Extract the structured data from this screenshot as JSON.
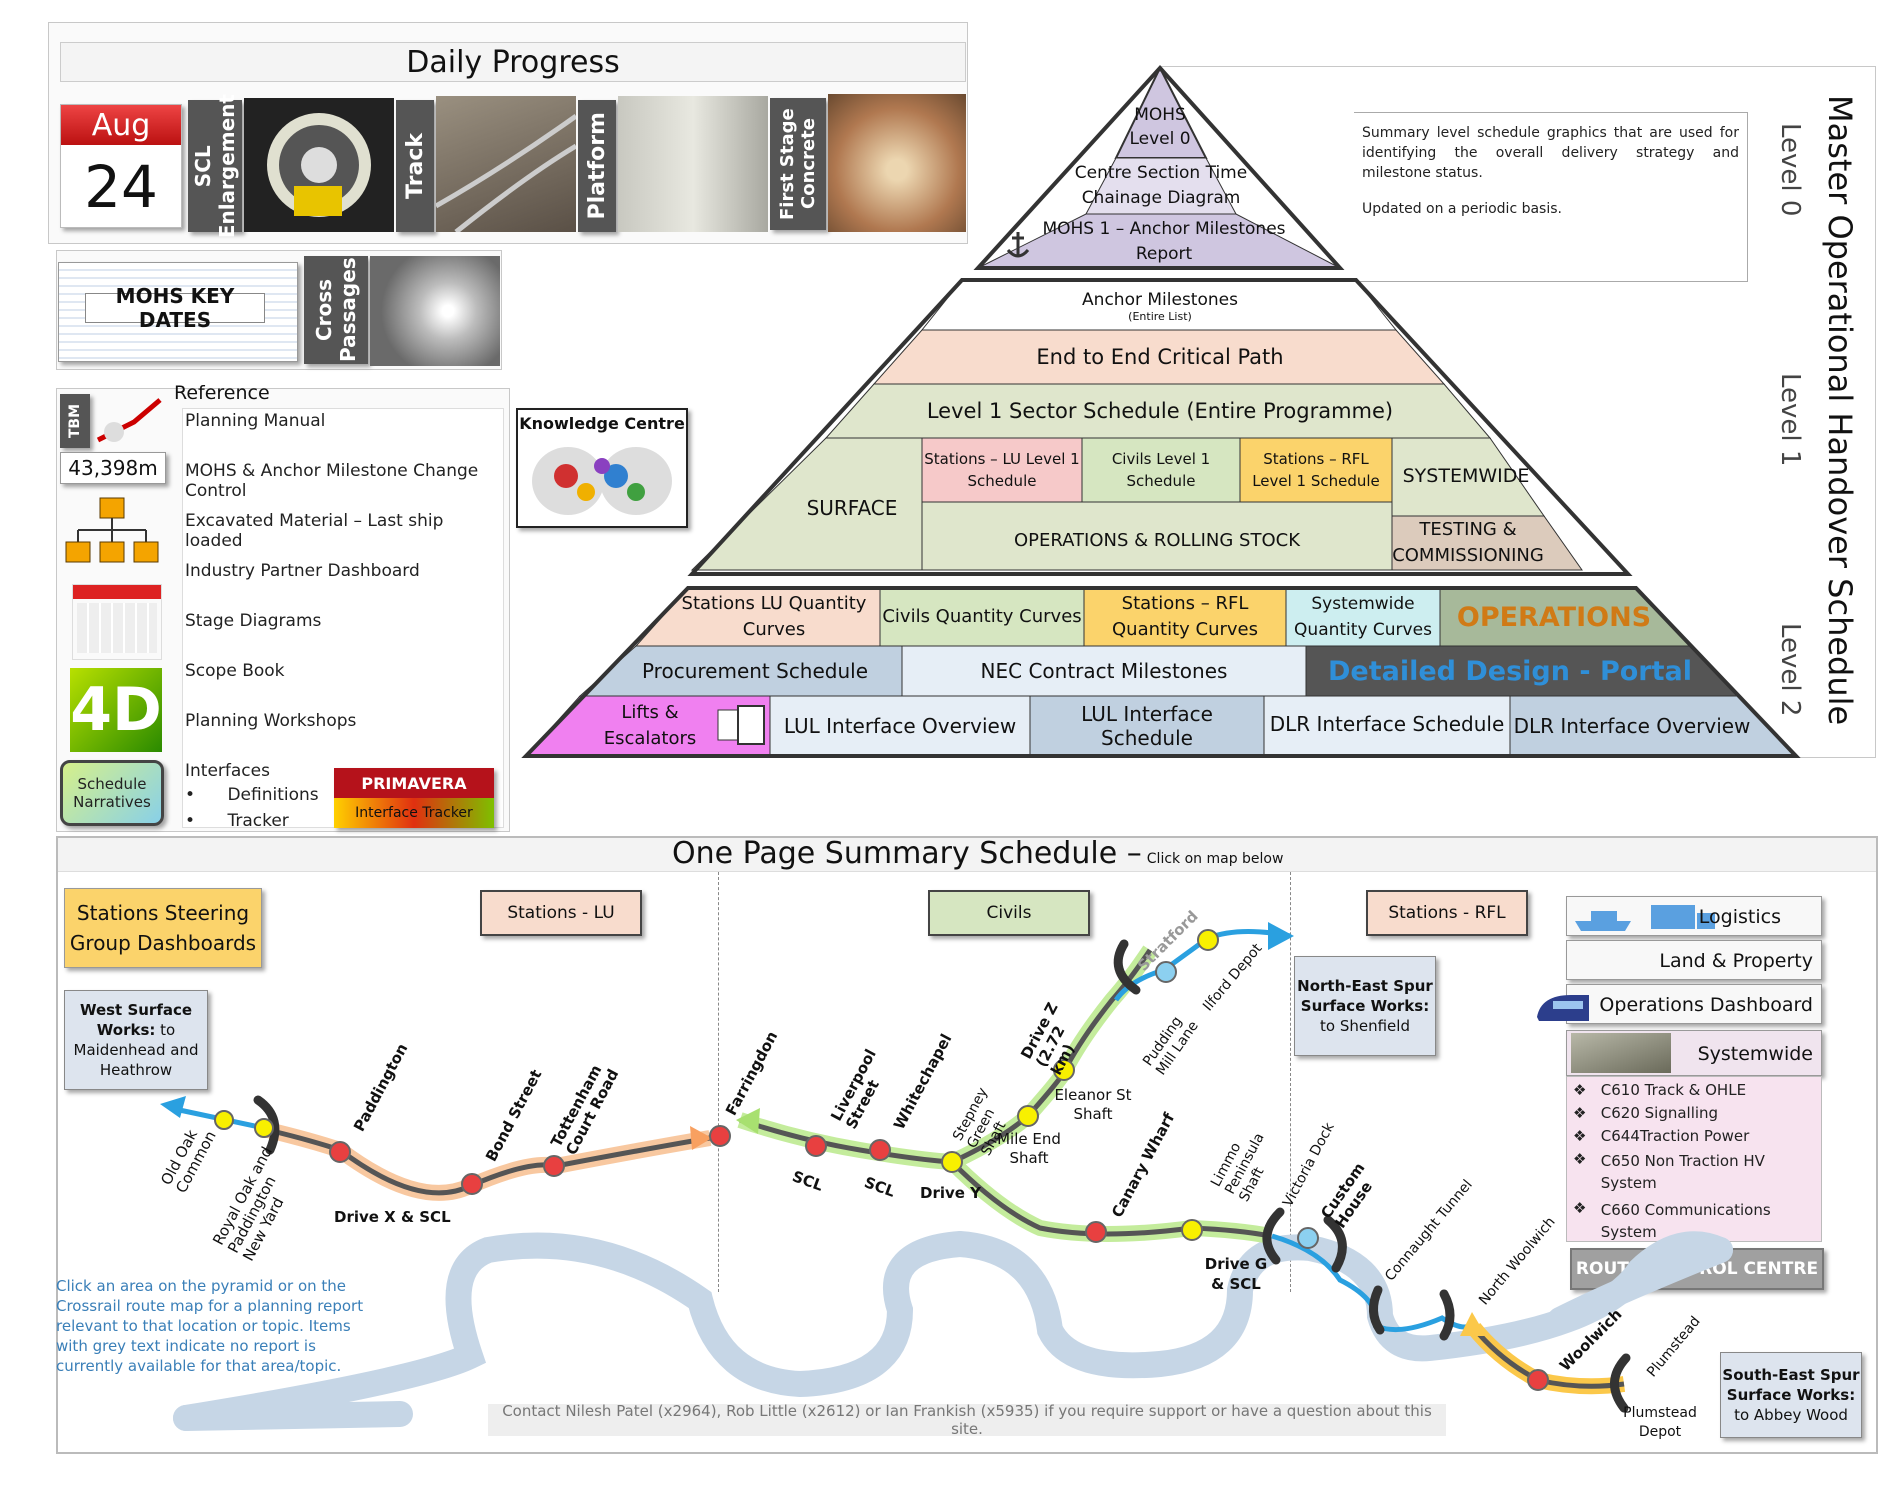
{
  "daily": {
    "title": "Daily Progress",
    "cal_month": "Aug",
    "cal_day": "24",
    "scl": "SCL Enlargement",
    "track": "Track",
    "platform": "Platform",
    "first_stage": "First Stage Concrete",
    "mohs_key": "MOHS KEY DATES",
    "cross_passages": "Cross Passages"
  },
  "reference": {
    "heading": "Reference",
    "tbm": "TBM",
    "tbm_value": "43,398m",
    "schedule_narratives": "Schedule Narratives",
    "items": [
      "Planning Manual",
      "MOHS & Anchor Milestone Change Control",
      "Excavated Material – Last ship loaded",
      "Industry Partner Dashboard",
      "Stage Diagrams",
      "Scope Book",
      "Planning Workshops"
    ],
    "interfaces": "Interfaces",
    "interfaces_sub": [
      "Definitions",
      "Tracker"
    ],
    "primavera": "PRIMAVERA",
    "interface_tracker": "Interface Tracker",
    "knowledge_centre": "Knowledge Centre"
  },
  "pyramid": {
    "side_title": "Master Operational Handover Schedule",
    "level0_label": "Level 0",
    "level1_label": "Level 1",
    "level2_label": "Level 2",
    "summary_p1": "Summary level schedule graphics that are used for identifying the overall delivery strategy and milestone status.",
    "summary_p2": "Updated on a periodic basis.",
    "mohs_l0": "MOHS Level 0",
    "centre_section": "Centre Section Time Chainage Diagram",
    "mohs1": "MOHS 1 – Anchor Milestones Report",
    "anchor": "Anchor Milestones",
    "anchor_sub": "(Entire List)",
    "e2e": "End to End Critical Path",
    "l1_sector": "Level 1 Sector Schedule (Entire Programme)",
    "surface": "SURFACE",
    "stations_lu_l1": "Stations – LU Level 1 Schedule",
    "civils_l1": "Civils Level 1 Schedule",
    "stations_rfl_l1": "Stations – RFL Level 1 Schedule",
    "systemwide": "SYSTEMWIDE",
    "ops_rolling": "OPERATIONS & ROLLING STOCK",
    "testing": "TESTING & COMMISSIONING",
    "lu_qc": "Stations LU Quantity Curves",
    "civils_qc": "Civils Quantity Curves",
    "rfl_qc": "Stations – RFL Quantity Curves",
    "sys_qc": "Systemwide Quantity Curves",
    "operations": "OPERATIONS",
    "procurement": "Procurement Schedule",
    "nec": "NEC Contract Milestones",
    "detailed_design": "Detailed Design - Portal",
    "lifts": "Lifts & Escalators",
    "lul_overview": "LUL Interface Overview",
    "lul_schedule": "LUL Interface Schedule",
    "dlr_schedule": "DLR Interface Schedule",
    "dlr_overview": "DLR Interface Overview"
  },
  "summary": {
    "title": "One Page Summary Schedule –",
    "click_note": "Click on map below",
    "stations_steering": "Stations Steering Group Dashboards",
    "stations_lu": "Stations - LU",
    "civils": "Civils",
    "stations_rfl": "Stations - RFL",
    "west_surface_title": "West Surface Works:",
    "west_surface_rest": " to Maidenhead and Heathrow",
    "ne_spur_title": "North-East Spur Surface Works:",
    "ne_spur_rest": "to Shenfield",
    "se_spur_title": "South-East Spur Surface Works:",
    "se_spur_rest": "to Abbey Wood",
    "logistics": "Logistics",
    "land": "Land & Property",
    "ops_dashboard": "Operations Dashboard",
    "systemwide": "Systemwide",
    "sys_items": [
      "C610 Track & OHLE",
      "C620 Signalling",
      "C644Traction Power",
      "C650 Non Traction HV System",
      "C660 Communications System"
    ],
    "route_control": "ROUTE CONTROL CENTRE",
    "instructions": "Click an area on the pyramid or on the Crossrail route map for a planning report relevant to that location or topic. Items with grey text indicate no report is currently available for that area/topic.",
    "contact": "Contact Nilesh Patel (x2964), Rob Little (x2612) or Ian Frankish (x5935) if you require support or have a question about this site."
  },
  "map": {
    "stations": [
      "Old Oak Common",
      "Royal Oak and Paddington New Yard",
      "Paddington",
      "Bond Street",
      "Tottenham Court Road",
      "Farringdon",
      "Liverpool Street",
      "Whitechapel",
      "Stepney Green Shaft",
      "Mile End Shaft",
      "Eleanor St Shaft",
      "Pudding Mill Lane",
      "Stratford",
      "Ilford Depot",
      "Canary Wharf",
      "Limmo Peninsula Shaft",
      "Victoria Dock",
      "Custom House",
      "Connaught Tunnel",
      "North Woolwich",
      "Woolwich",
      "Plumstead",
      "Plumstead Depot"
    ],
    "drives": [
      "Drive X & SCL",
      "SCL",
      "SCL",
      "Drive Y",
      "Drive Z (2.72 km)",
      "Drive G & SCL"
    ]
  },
  "colors": {
    "pink_lu": "#f6c9c9",
    "civils_green": "#d6e6c1",
    "rfl_orange": "#fbd36b",
    "sys_teal": "#cdeef0",
    "surface_green": "#dfe6cc",
    "peach": "#f8dccd",
    "lilac": "#cfc6e0",
    "river": "#c6d6e6",
    "portal_blue": "#2f8fd8",
    "ops_orange": "#d07a16"
  }
}
